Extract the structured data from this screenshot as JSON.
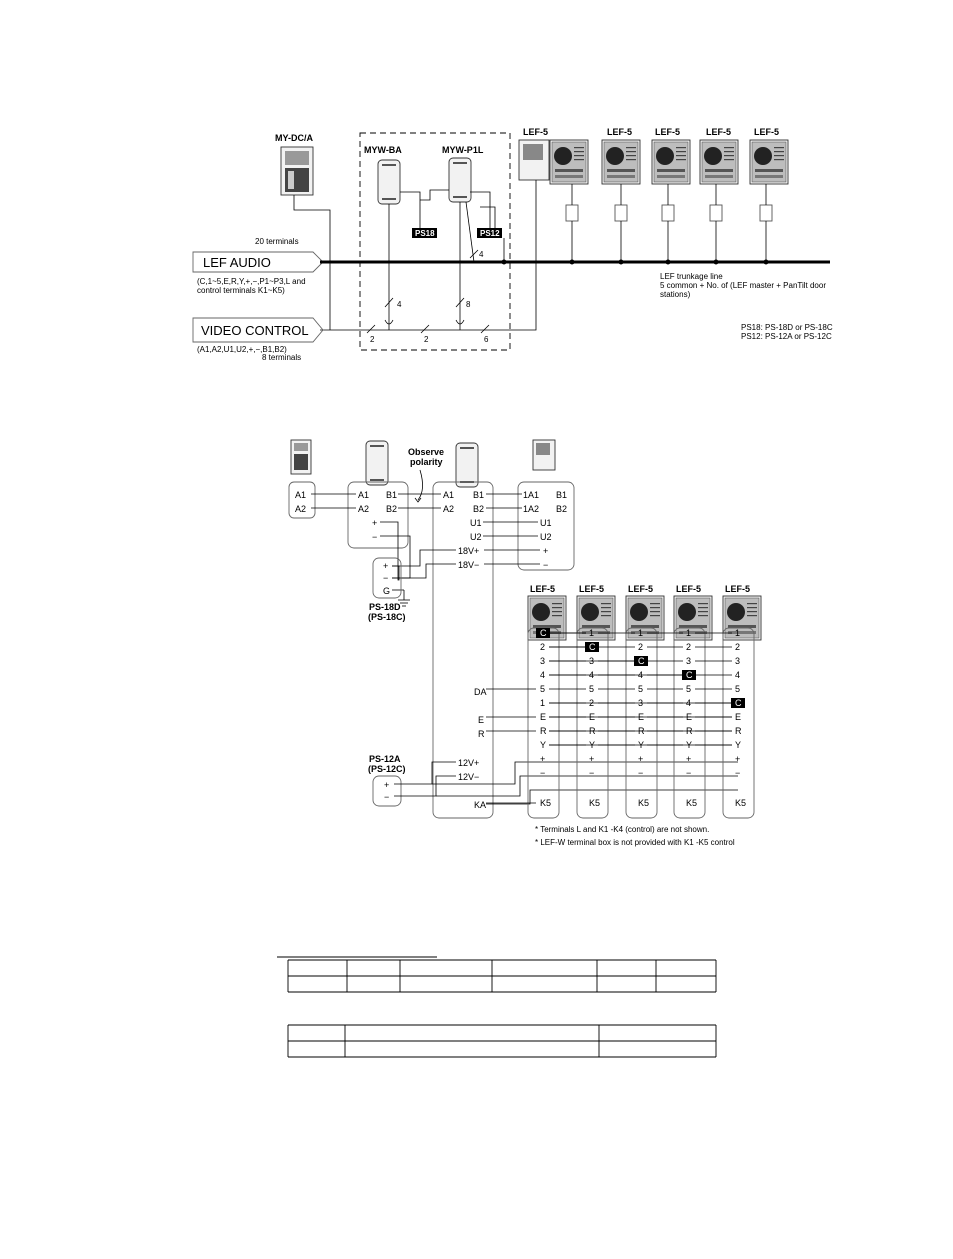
{
  "top_diagram": {
    "mydca_label": "MY-DC/A",
    "myw_ba_label": "MYW-BA",
    "myw_p1l_label": "MYW-P1L",
    "lef5_label": "LEF-5",
    "terminals_20": "20 terminals",
    "lef_audio": "LEF AUDIO",
    "lef_audio_note_1": "(C,1~5,E,R,Y,+,−,P1~P3,L and",
    "lef_audio_note_2": "control terminals K1~K5)",
    "video_control": "VIDEO CONTROL",
    "video_note_1": "(A1,A2,U1,U2,+,−,B1,B2)",
    "video_note_2": "8 terminals",
    "ps18": "PS18",
    "ps12": "PS12",
    "trunk_1": "LEF trunkage line",
    "trunk_2": "5 common + No. of (LEF master + PanTilt door",
    "trunk_3": "stations)",
    "ps_note_1": "PS18: PS-18D or PS-18C",
    "ps_note_2": "PS12: PS-12A or PS-12C",
    "wire_counts": [
      "4",
      "4",
      "8",
      "2",
      "2",
      "6"
    ]
  },
  "bottom_diagram": {
    "observe_1": "Observe",
    "observe_2": "polarity",
    "dc_terms": [
      "A1",
      "A2"
    ],
    "ba_terms_left": [
      "A1",
      "A2",
      "+",
      "−"
    ],
    "ba_terms_right": [
      "B1",
      "B2"
    ],
    "p1l_terms_left": [
      "A1",
      "A2"
    ],
    "p1l_terms_right": [
      "B1",
      "B2",
      "U1",
      "U2",
      "18V+",
      "18V−"
    ],
    "mon_terms_left": [
      "1A1",
      "1A2",
      "U1",
      "U2",
      "+",
      "−"
    ],
    "mon_terms_right": [
      "B1",
      "B2"
    ],
    "ps18_terms": [
      "+",
      "−",
      "G"
    ],
    "ps18_name": "PS-18D",
    "ps18_alt": "(PS-18C)",
    "ps12_name": "PS-12A",
    "ps12_alt": "(PS-12C)",
    "ps12_terms": [
      "+",
      "−"
    ],
    "v12": [
      "12V+",
      "12V−"
    ],
    "p1l_lower_terms": [
      "DA",
      "E",
      "R",
      "KA"
    ],
    "lef5_label": "LEF-5",
    "lef_grid": [
      [
        "C",
        "1",
        "1",
        "1",
        "1"
      ],
      [
        "2",
        "C",
        "2",
        "2",
        "2"
      ],
      [
        "3",
        "3",
        "C",
        "3",
        "3"
      ],
      [
        "4",
        "4",
        "4",
        "C",
        "4"
      ],
      [
        "5",
        "5",
        "5",
        "5",
        "5"
      ],
      [
        "1",
        "2",
        "3",
        "4",
        "C"
      ],
      [
        "E",
        "E",
        "E",
        "E",
        "E"
      ],
      [
        "R",
        "R",
        "R",
        "R",
        "R"
      ],
      [
        "Y",
        "Y",
        "Y",
        "Y",
        "Y"
      ],
      [
        "+",
        "+",
        "+",
        "+",
        "+"
      ],
      [
        "−",
        "−",
        "−",
        "−",
        "−"
      ],
      [
        "K5",
        "K5",
        "K5",
        "K5",
        "K5"
      ]
    ],
    "note_1": "* Terminals L and K1 -K4 (control) are not shown.",
    "note_2": "* LEF-W terminal box is not provided with K1 -K5 control"
  },
  "tables": {
    "table1_cols": 6,
    "table1_rows": 2,
    "table2_cols": 3,
    "table2_rows": 2
  }
}
